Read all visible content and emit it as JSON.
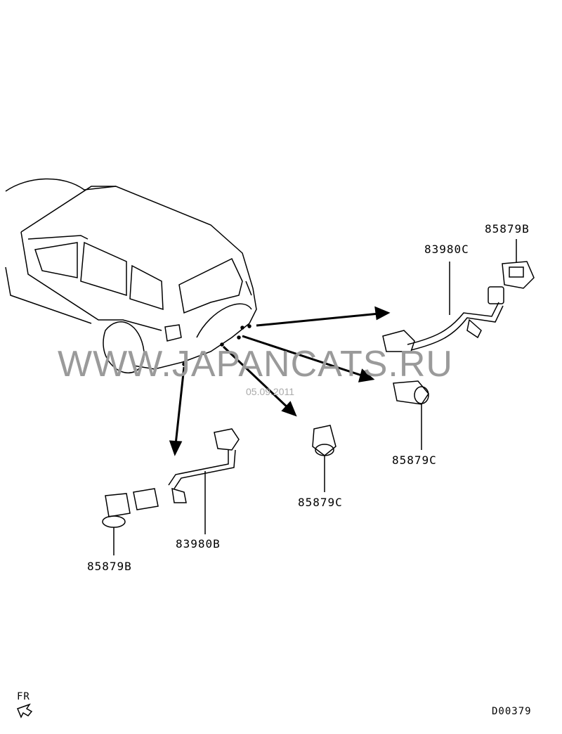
{
  "watermark": "WWW.JAPANCATS.RU",
  "date": "05.09.2011",
  "labels": {
    "sensor_rear_top": "85879B",
    "harness_right": "83980C",
    "sensor_right": "85879C",
    "sensor_center": "85879C",
    "harness_left": "83980B",
    "sensor_left": "85879B"
  },
  "front_indicator": "FR",
  "diagram_code": "D00379"
}
